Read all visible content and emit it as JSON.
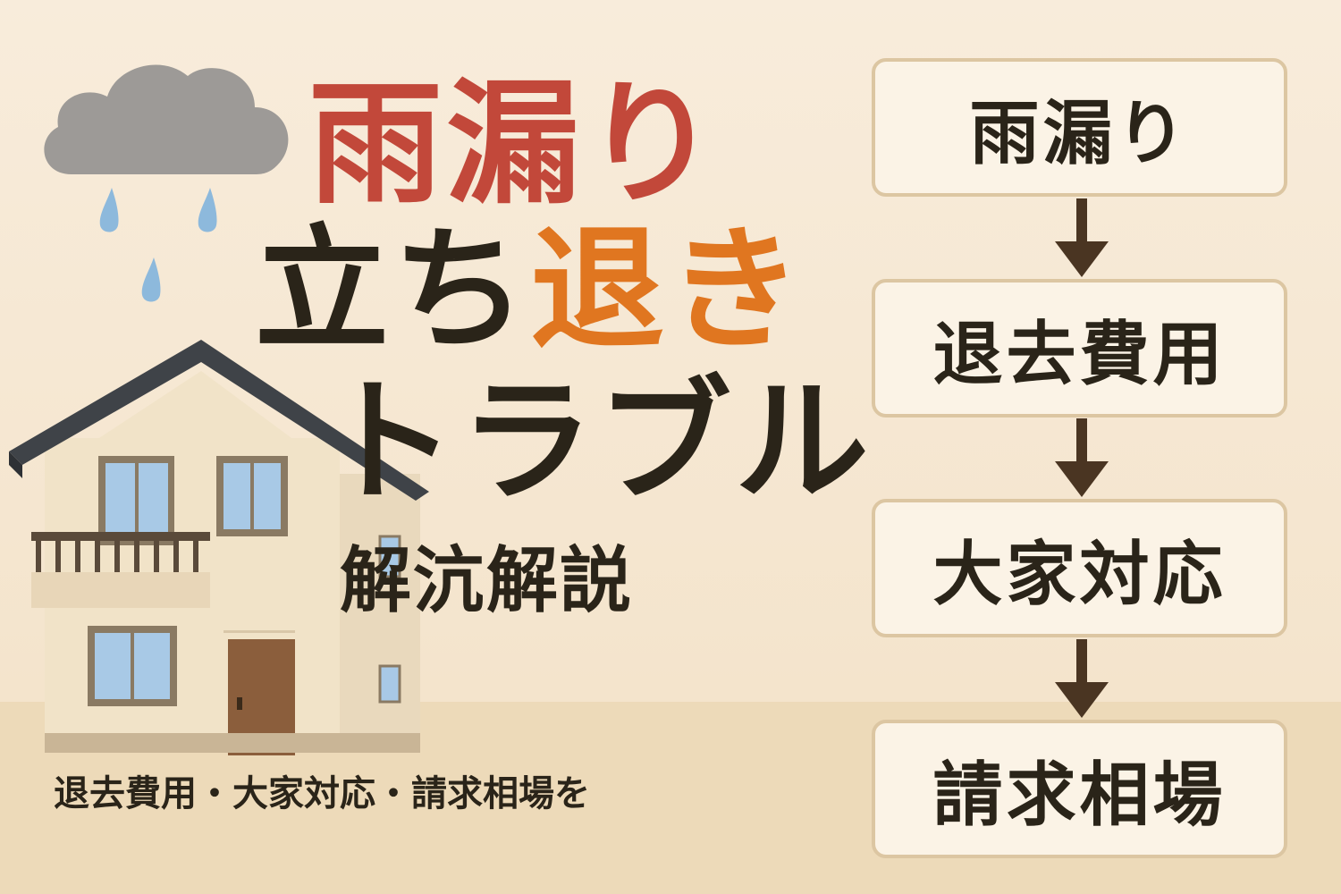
{
  "title": {
    "line1": "雨漏り",
    "line2_part1": "立ち",
    "line2_part2": "退き",
    "line3": "トラブル",
    "sub": "解沆解説"
  },
  "caption": "退去費用・大家対応・請求相場を",
  "flow": {
    "steps": [
      "雨漏り",
      "退去費用",
      "大家対応",
      "請求相場"
    ]
  },
  "colors": {
    "title_red": "#c2483a",
    "title_orange": "#e07620",
    "text_dark": "#2a2419",
    "box_fill": "#fbf3e6",
    "box_border": "#dcc6a2",
    "arrow": "#4a3522"
  },
  "icons": [
    "cloud-icon",
    "raindrop-icon",
    "house-icon",
    "arrow-down-icon"
  ]
}
